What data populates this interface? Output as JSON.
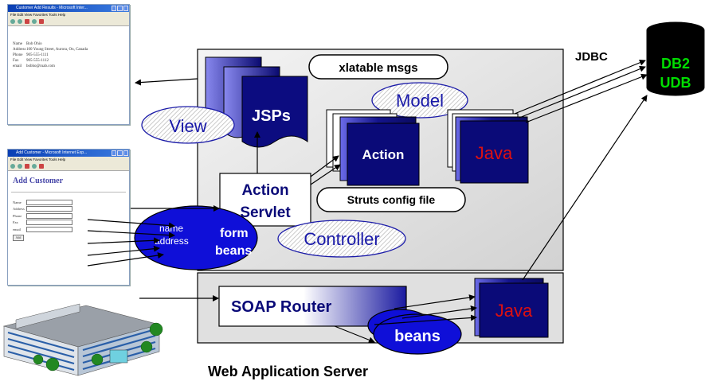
{
  "browser_results": {
    "title": "Customer Add Results - Microsoft Inter...",
    "menu": "File  Edit  View  Favorites  Tools  Help",
    "fields": [
      {
        "label": "Name",
        "value": "Bob Ohio"
      },
      {
        "label": "Address",
        "value": "100 Young Street, Aurora, On, Canada"
      },
      {
        "label": "Phone",
        "value": "905-555-1111"
      },
      {
        "label": "Fax",
        "value": "905-555-1112"
      },
      {
        "label": "email",
        "value": "bobho@ruab.com"
      }
    ]
  },
  "browser_form": {
    "title": "Add Customer - Microsoft Internet Exp...",
    "menu": "File  Edit  View  Favorites  Tools  Help",
    "heading": "Add Customer",
    "fields": [
      "Name",
      "Address",
      "Phone",
      "Fax",
      "email"
    ],
    "button": "Add"
  },
  "components": {
    "xlatable_msgs": "xlatable msgs",
    "jsps": "JSPs",
    "model": "Model",
    "view": "View",
    "action": "Action",
    "java_model": "Java",
    "action_servlet_line1": "Action",
    "action_servlet_line2": "Servlet",
    "struts_config": "Struts config file",
    "controller": "Controller",
    "form_beans_name": "name",
    "form_beans_address": "address",
    "form_beans_line1": "form",
    "form_beans_line2": "beans",
    "soap_router": "SOAP Router",
    "beans": "beans",
    "java_soap": "Java",
    "jdbc": "JDBC",
    "db2_line1": "DB2",
    "db2_line2": "UDB",
    "server_caption": "Web Application Server"
  },
  "colors": {
    "navy": "#0a0a78",
    "blue": "#1010e0",
    "db_green": "#00dd00",
    "java_red": "#dd1010",
    "panel": "#dedede"
  }
}
